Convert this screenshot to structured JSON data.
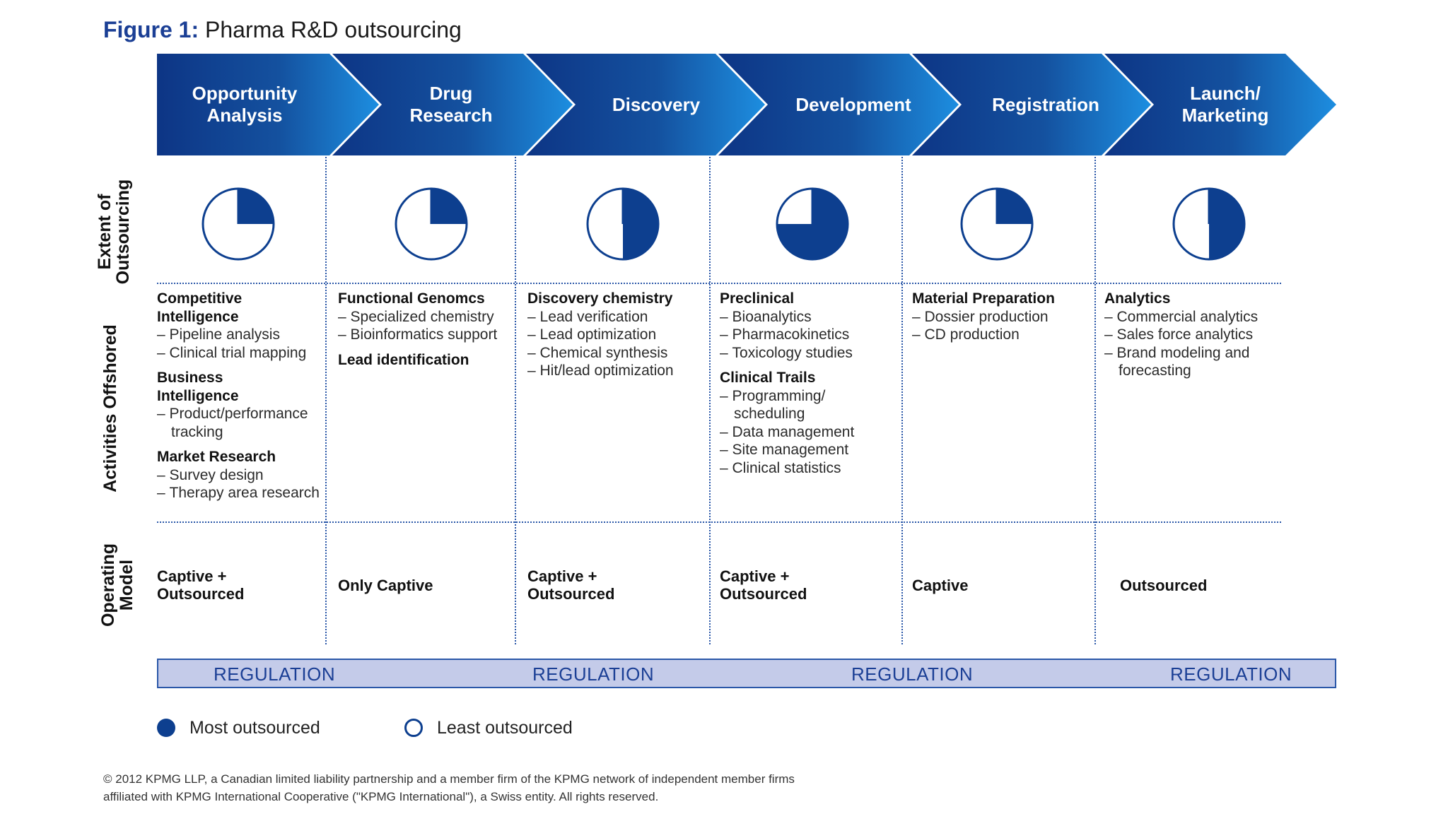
{
  "figure": {
    "label": "Figure 1:",
    "title": "Pharma R&D outsourcing"
  },
  "colors": {
    "dark_blue": "#0d3f8f",
    "mid_blue": "#1a52b4",
    "light_blue": "#1d8ee0",
    "regulation_fill": "#c4cbe9",
    "title_blue": "#1b3f95"
  },
  "row_labels": {
    "extent": "Extent of\nOutsourcing",
    "activities": "Activities Offshored",
    "model": "Operating\nModel"
  },
  "stages": [
    {
      "label": "Opportunity\nAnalysis",
      "outsourcing_fraction": 0.25,
      "activities": [
        {
          "heading": "Competitive\nIntelligence",
          "items": [
            "Pipeline analysis",
            "Clinical trial mapping"
          ]
        },
        {
          "heading": "Business\nIntelligence",
          "items": [
            "Product/performance\ntracking"
          ]
        },
        {
          "heading": "Market Research",
          "items": [
            "Survey design",
            "Therapy area research"
          ]
        }
      ],
      "operating_model": "Captive +\nOutsourced"
    },
    {
      "label": "Drug\nResearch",
      "outsourcing_fraction": 0.25,
      "activities": [
        {
          "heading": "Functional Genomcs",
          "items": [
            "Specialized chemistry",
            "Bioinformatics support"
          ]
        },
        {
          "heading": "Lead identification",
          "items": []
        }
      ],
      "operating_model": "Only Captive"
    },
    {
      "label": "Discovery",
      "outsourcing_fraction": 0.5,
      "activities": [
        {
          "heading": "Discovery chemistry",
          "items": [
            "Lead verification",
            "Lead optimization",
            "Chemical synthesis",
            "Hit/lead optimization"
          ]
        }
      ],
      "operating_model": "Captive +\nOutsourced"
    },
    {
      "label": "Development",
      "outsourcing_fraction": 0.75,
      "activities": [
        {
          "heading": "Preclinical",
          "items": [
            "Bioanalytics",
            "Pharmacokinetics",
            "Toxicology studies"
          ]
        },
        {
          "heading": "Clinical Trails",
          "items": [
            "Programming/\nscheduling",
            "Data management",
            "Site management",
            "Clinical statistics"
          ]
        }
      ],
      "operating_model": "Captive +\nOutsourced"
    },
    {
      "label": "Registration",
      "outsourcing_fraction": 0.25,
      "activities": [
        {
          "heading": "Material Preparation",
          "items": [
            "Dossier production",
            "CD production"
          ]
        }
      ],
      "operating_model": "Captive"
    },
    {
      "label": "Launch/\nMarketing",
      "outsourcing_fraction": 0.5,
      "activities": [
        {
          "heading": "Analytics",
          "items": [
            "Commercial analytics",
            "Sales force analytics",
            "Brand modeling and\nforecasting"
          ]
        }
      ],
      "operating_model": "Outsourced"
    }
  ],
  "regulation": [
    "REGULATION",
    "REGULATION",
    "REGULATION",
    "REGULATION"
  ],
  "legend": {
    "most": "Most outsourced",
    "least": "Least outsourced"
  },
  "footer": "© 2012 KPMG LLP, a Canadian limited liability partnership and a member firm of the KPMG network of independent member firms\naffiliated with KPMG International Cooperative (\"KPMG International\"), a Swiss entity. All rights reserved."
}
